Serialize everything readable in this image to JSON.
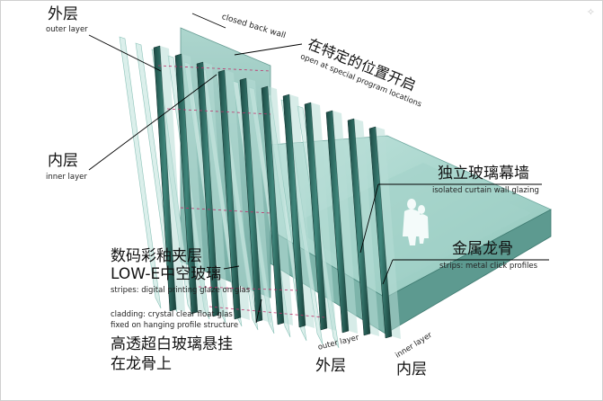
{
  "labels": {
    "outer_zh": "外层",
    "outer_en": "outer layer",
    "inner_zh": "内层",
    "inner_en": "inner layer",
    "closed_back_wall_en": "closed back wall",
    "open_zh": "在特定的位置开启",
    "open_en": "open at special program locations",
    "isolated_zh": "独立玻璃幕墙",
    "isolated_en": "isolated curtain wall glazing",
    "metal_zh": "金属龙骨",
    "metal_en": "strips: metal click profiles",
    "digital_zh_1": "数码彩釉夹层",
    "digital_zh_2": "LOW-E中空玻璃",
    "digital_en": "stripes: digital printing glaze on glas",
    "cladding_en_1": "cladding: crystal clear float glas",
    "cladding_en_2": "fixed on hanging profile structure",
    "cladding_zh_1": "高透超白玻璃悬挂",
    "cladding_zh_2": "在龙骨上",
    "bottom_outer_en": "outer layer",
    "bottom_outer_zh": "外层",
    "bottom_inner_en": "inner layer",
    "bottom_inner_zh": "内层"
  },
  "icons": {
    "corner": "✧"
  },
  "colors": {
    "glass_light": "#c9e8e2",
    "glass_mid": "#7fbdb2",
    "glass_dark": "#2f6f66",
    "profile_dark": "#163f3a",
    "leader": "#000000",
    "accent_dash": "#c0306a"
  }
}
